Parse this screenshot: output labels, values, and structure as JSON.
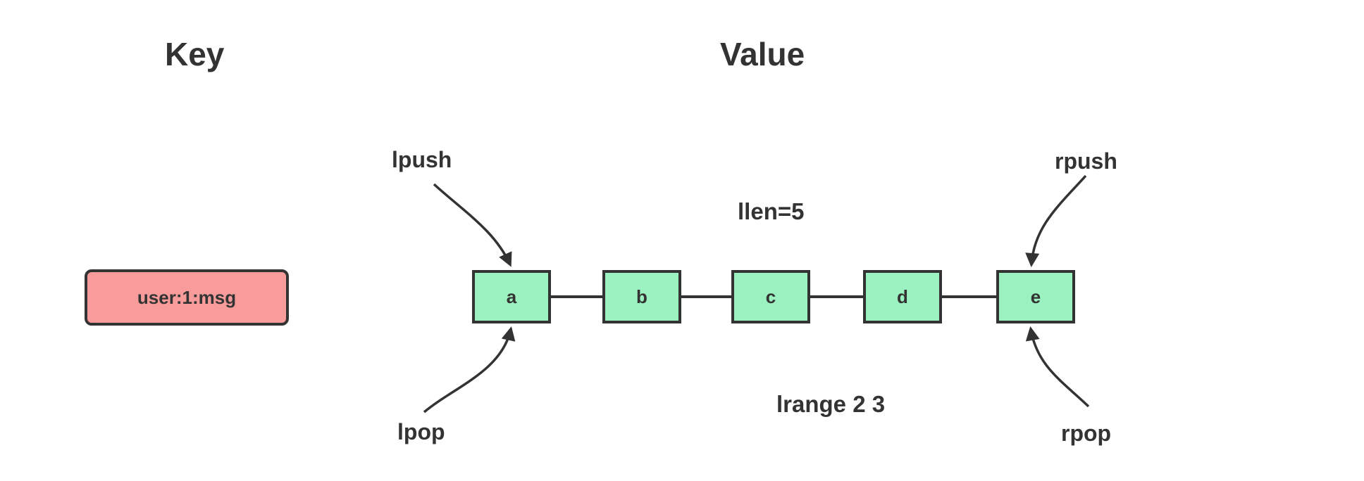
{
  "headers": {
    "key": "Key",
    "value": "Value"
  },
  "key_panel": {
    "key_name": "user:1:msg"
  },
  "list": {
    "nodes": [
      {
        "label": "a"
      },
      {
        "label": "b"
      },
      {
        "label": "c"
      },
      {
        "label": "d"
      },
      {
        "label": "e"
      }
    ],
    "length_label": "llen=5",
    "range_label": "lrange 2 3"
  },
  "operations": {
    "lpush": "lpush",
    "lpop": "lpop",
    "rpush": "rpush",
    "rpop": "rpop"
  },
  "icons": {
    "arrowhead": "arrowhead-triangle-icon"
  },
  "colors": {
    "canvas-bg": "#ffffff",
    "key-fill": "#f89b9b",
    "node-fill": "#9bf2c0",
    "line-color": "#333333",
    "text-color": "#333333"
  }
}
